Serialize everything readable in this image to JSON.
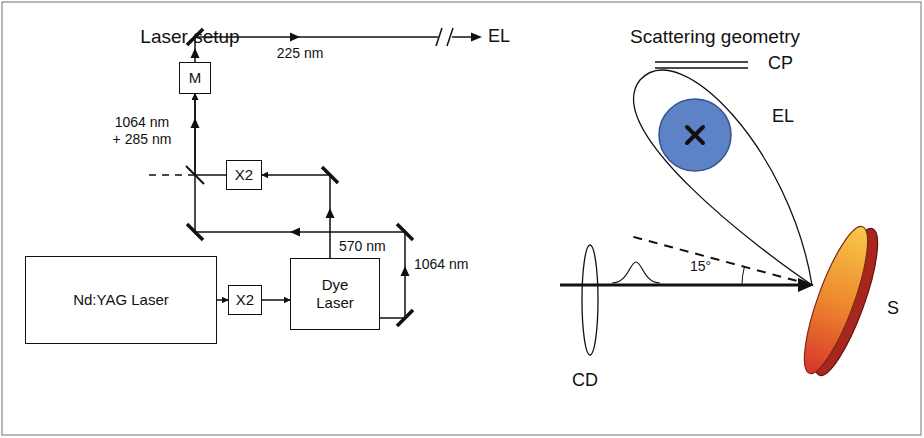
{
  "diagram": {
    "nodes": [
      {
        "text": [
          "M"
        ]
      },
      {
        "text": [
          "X2"
        ]
      },
      {
        "text": [
          "Nd:YAG Laser"
        ]
      },
      {
        "text": [
          "X2"
        ]
      },
      {
        "text": [
          "Dye Laser"
        ]
      }
    ],
    "edges": [
      {
        "from": 2,
        "to": 3,
        "arrow": "to"
      },
      {
        "from": 3,
        "to": 4,
        "arrow": "to"
      },
      {
        "from": 4,
        "to": 1,
        "label": "570 nm",
        "arrow": "to"
      },
      {
        "from": 4,
        "to": 0,
        "label": "1064 nm",
        "arrow": "to"
      },
      {
        "from": 1,
        "to": 0,
        "arrow": "to"
      }
    ],
    "labels": [
      "Laser setup",
      "225 nm",
      "EL",
      "1064 nm + 285 nm",
      "Scattering geometry",
      "CP",
      "EL",
      "S",
      "CD",
      "15°"
    ]
  }
}
